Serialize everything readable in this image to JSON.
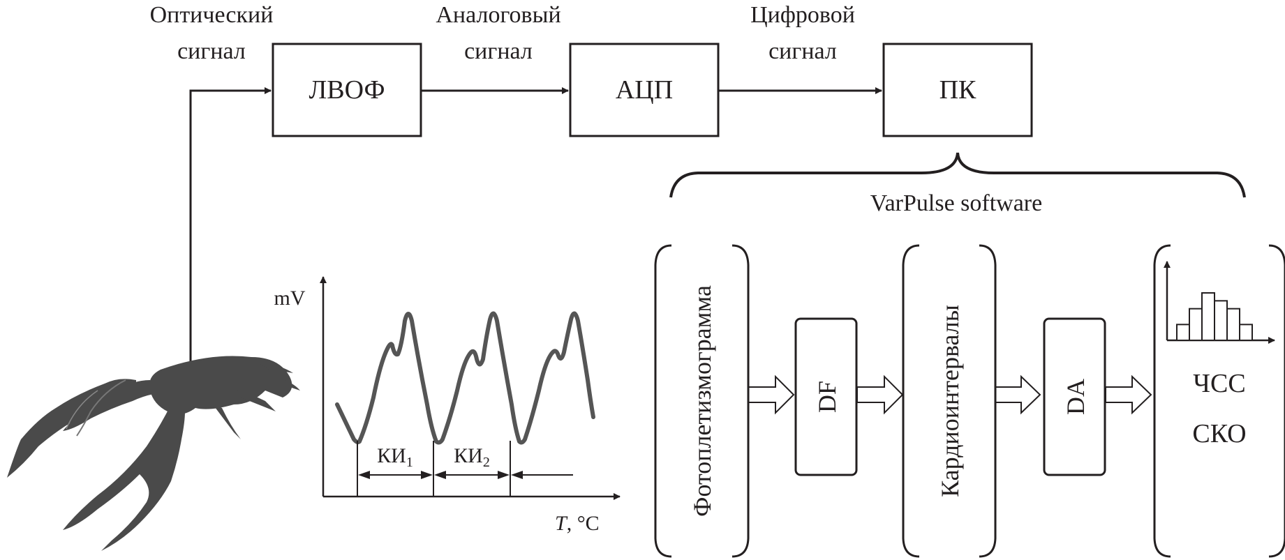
{
  "signals": {
    "optical": {
      "line1": "Оптический",
      "line2": "сигнал"
    },
    "analog": {
      "line1": "Аналоговый",
      "line2": "сигнал"
    },
    "digital": {
      "line1": "Цифровой",
      "line2": "сигнал"
    }
  },
  "blocks": {
    "lvof": "ЛВОФ",
    "adc": "АЦП",
    "pc": "ПК"
  },
  "software": {
    "label": "VarPulse software",
    "stages": {
      "ppg": "Фотоплетизмограмма",
      "df": "DF",
      "cardio": "Кардиоинтервалы",
      "da": "DA",
      "result_line1": "ЧСС",
      "result_line2": "СКО"
    }
  },
  "signal_plot": {
    "ylabel": "mV",
    "xlabel_var": "T",
    "xlabel_unit": ", °C",
    "interval1": {
      "main": "КИ",
      "sub": "1"
    },
    "interval2": {
      "main": "КИ",
      "sub": "2"
    }
  },
  "histogram": {
    "bins": [
      1,
      2,
      3,
      2.5,
      2,
      1
    ]
  },
  "colors": {
    "ink": "#231f20",
    "waveform": "#555555",
    "crayfish": "#4a4a4a"
  }
}
